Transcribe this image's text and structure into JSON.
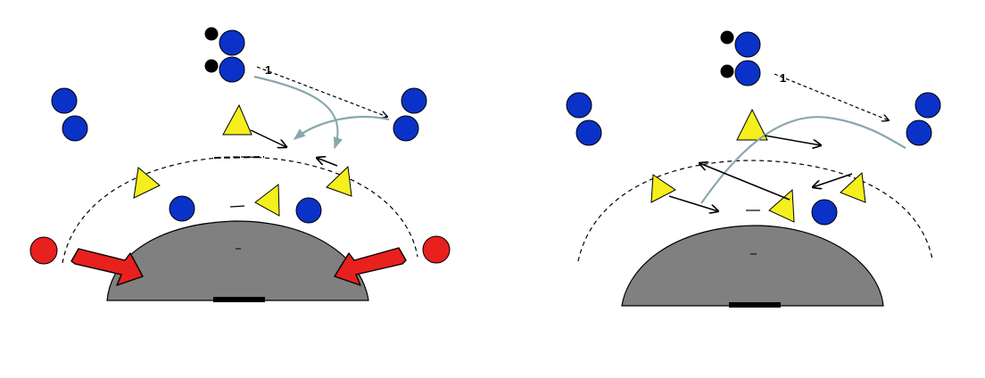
{
  "diagram": {
    "colors": {
      "attacker": "#0a32c8",
      "defender": "#f5ef1e",
      "wing": "#e8201e",
      "court": "#808080",
      "pass_line": "#8aa7ad",
      "push_arrow": "#e8201e",
      "ball": "#000000"
    },
    "panels": [
      {
        "id": "left",
        "pass_number": "1"
      },
      {
        "id": "right",
        "pass_number": "1"
      }
    ]
  }
}
